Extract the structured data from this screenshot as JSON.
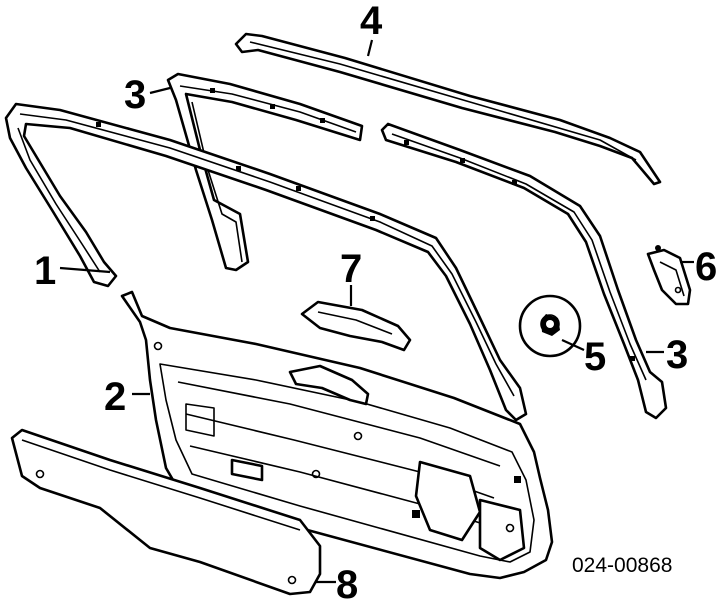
{
  "diagram": {
    "callouts": [
      {
        "id": "c1",
        "label": "1"
      },
      {
        "id": "c2",
        "label": "2"
      },
      {
        "id": "c3a",
        "label": "3"
      },
      {
        "id": "c3b",
        "label": "3"
      },
      {
        "id": "c4",
        "label": "4"
      },
      {
        "id": "c5",
        "label": "5"
      },
      {
        "id": "c6",
        "label": "6"
      },
      {
        "id": "c7",
        "label": "7"
      },
      {
        "id": "c8",
        "label": "8"
      }
    ],
    "reference_code": "024-00868"
  }
}
